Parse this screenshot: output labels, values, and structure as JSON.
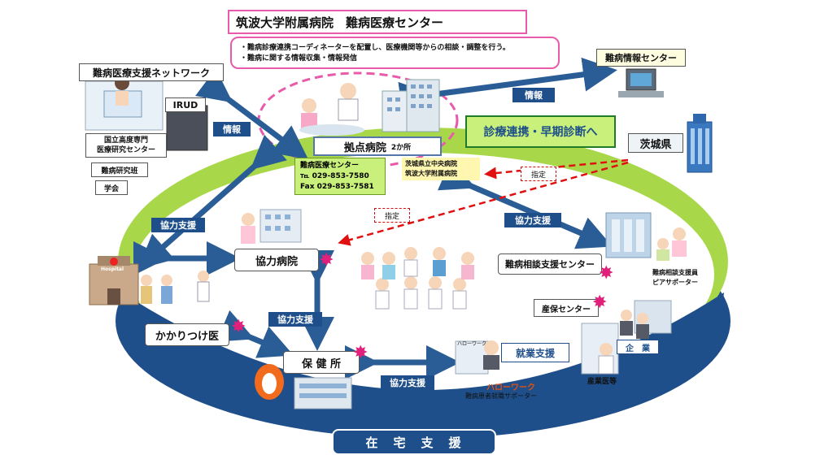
{
  "title": "筑波大学附属病院　難病医療センター",
  "description_lines": [
    "・難病診療連携コーディネーターを配置し、医療機関等からの相談・調整を行う。",
    "・難病に関する情報収集・情報発信"
  ],
  "network": {
    "title": "難病医療支援ネットワーク",
    "irud": "IRUD",
    "ncc": "国立高度専門\n医療研究センター",
    "research_team": "難病研究班",
    "society": "学会"
  },
  "info_center": "難病情報センター",
  "hub": {
    "label": "拠点病院",
    "count": "2か所",
    "center_name": "難病医療センター",
    "tel": "℡ 029-853-7580",
    "fax": "Fax 029-853-7581",
    "hospitals": [
      "茨城県立中央病院",
      "筑波大学附属病院"
    ]
  },
  "early_diagnosis": "診療連携・早期診断へ",
  "prefecture": "茨城県",
  "designation": "指定",
  "info_label": "情報",
  "cooperation_support": "協力支援",
  "cooperating_hospital": "協力病院",
  "family_doctor": "かかりつけ医",
  "health_center": "保 健 所",
  "consultation_center": "難病相談支援センター",
  "peer_supporter": "難病相談支援員\nピアサポーター",
  "occupational_center": "産保センター",
  "employment_support": "就業支援",
  "company": "企　業",
  "occupational_doctor": "産業医等",
  "hellowork": "ハローワーク",
  "hellowork_sign": "ハローワーク",
  "job_supporter": "難病患者就職サポーター",
  "hospital_sign": "Hospital",
  "home_support": "在　宅　支　援"
}
